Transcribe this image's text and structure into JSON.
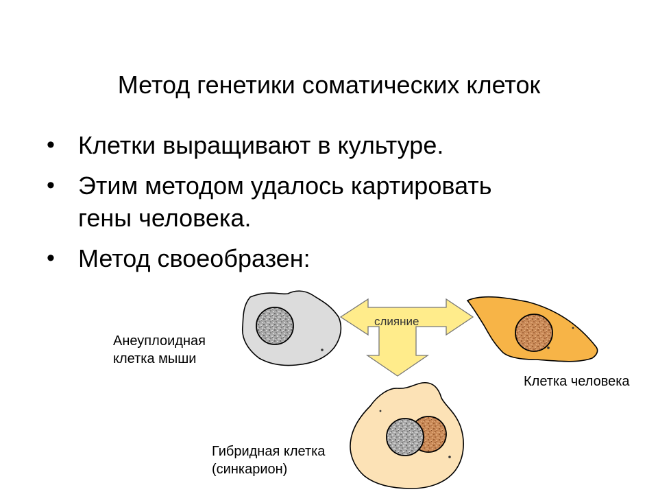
{
  "slide": {
    "title": "Метод генетики соматических клеток",
    "bullets": [
      {
        "line1": "Клетки выращивают в культуре.",
        "line2": ""
      },
      {
        "line1": "Этим методом удалось картировать",
        "line2": "гены человека."
      },
      {
        "line1": "Метод своеобразен:",
        "line2": ""
      }
    ]
  },
  "diagram": {
    "fusion_label": "слияние",
    "mouse_cell_label": [
      "Анеуплоидная",
      "клетка мыши"
    ],
    "human_cell_label": "Клетка человека",
    "hybrid_cell_label": [
      "Гибридная клетка",
      "(синкарион)"
    ],
    "colors": {
      "mouse_cell_fill": "#dcdcdc",
      "human_cell_fill": "#f7b447",
      "hybrid_cell_fill": "#fce2b6",
      "arrow_fill": "#ffec8b",
      "human_nucleus": "#c27c4a",
      "mouse_nucleus": "#9a9a9a"
    }
  }
}
